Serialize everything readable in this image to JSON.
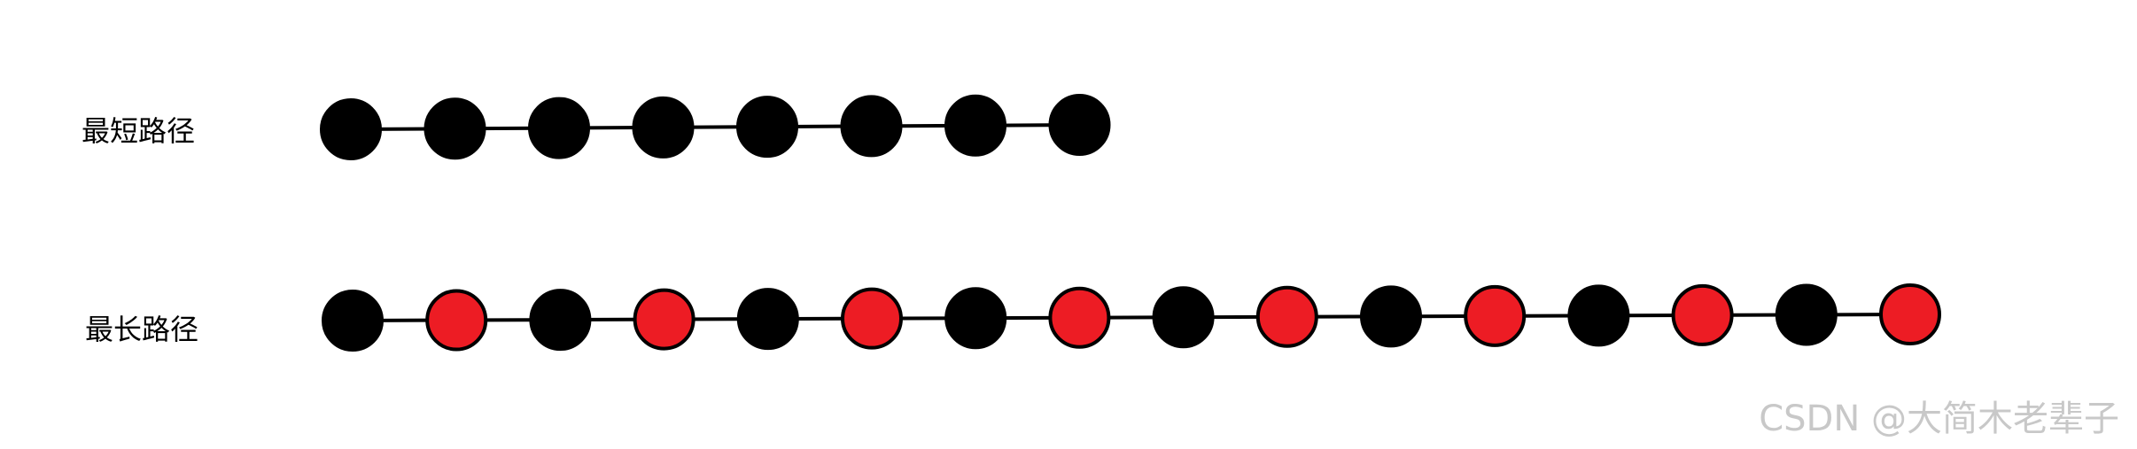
{
  "rows": [
    {
      "label": "最短路径",
      "nodes": [
        "black",
        "black",
        "black",
        "black",
        "black",
        "black",
        "black",
        "black"
      ]
    },
    {
      "label": "最长路径",
      "nodes": [
        "black",
        "red",
        "black",
        "red",
        "black",
        "red",
        "black",
        "red",
        "black",
        "red",
        "black",
        "red",
        "black",
        "red",
        "black",
        "red"
      ]
    }
  ],
  "colors": {
    "black": "#000000",
    "red": "#ed1c24",
    "edge": "#000000"
  },
  "watermark": "CSDN @大简木老辈子"
}
